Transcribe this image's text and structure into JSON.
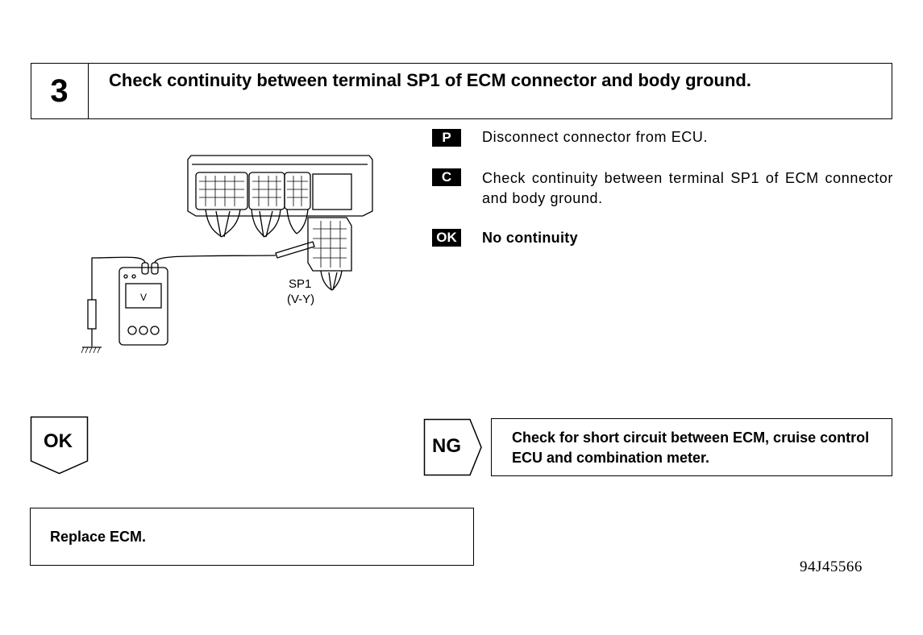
{
  "step": {
    "number": "3",
    "title": "Check continuity between terminal SP1 of ECM connector and body ground."
  },
  "instructions": [
    {
      "badge": "P",
      "text": "Disconnect connector from ECU."
    },
    {
      "badge": "C",
      "text": "Check continuity between terminal SP1 of ECM connector and body ground."
    },
    {
      "badge": "OK",
      "text": "No continuity"
    }
  ],
  "diagram": {
    "terminal_label": "SP1",
    "wire_color": "(V-Y)",
    "meter_label": "V"
  },
  "results": {
    "ok_label": "OK",
    "ok_action": "Replace ECM.",
    "ng_label": "NG",
    "ng_action": "Check for short circuit between ECM, cruise control ECU and combination meter."
  },
  "figure_code": "94J45566"
}
